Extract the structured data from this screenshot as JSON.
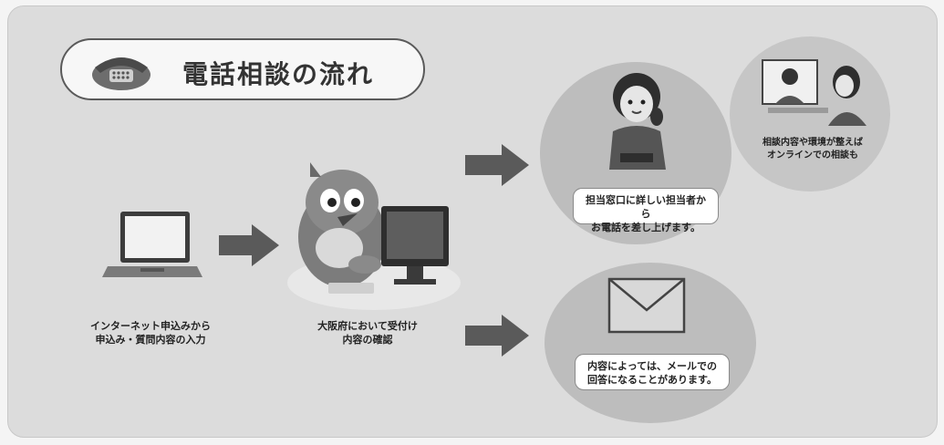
{
  "title": "電話相談の流れ",
  "steps": {
    "step1_caption": "インターネット申込みから\n申込み・質問内容の入力",
    "step2_caption": "大阪府において受付け\n内容の確認",
    "phone_box": "担当窓口に詳しい担当者から\nお電話を差し上げます。",
    "online_caption": "相談内容や環境が整えば\nオンラインでの相談も",
    "mail_box": "内容によっては、メールでの\n回答になることがあります。"
  },
  "colors": {
    "panel": "#dcdcdc",
    "circle": "#bdbdbd",
    "arrow": "#5a5a5a"
  }
}
